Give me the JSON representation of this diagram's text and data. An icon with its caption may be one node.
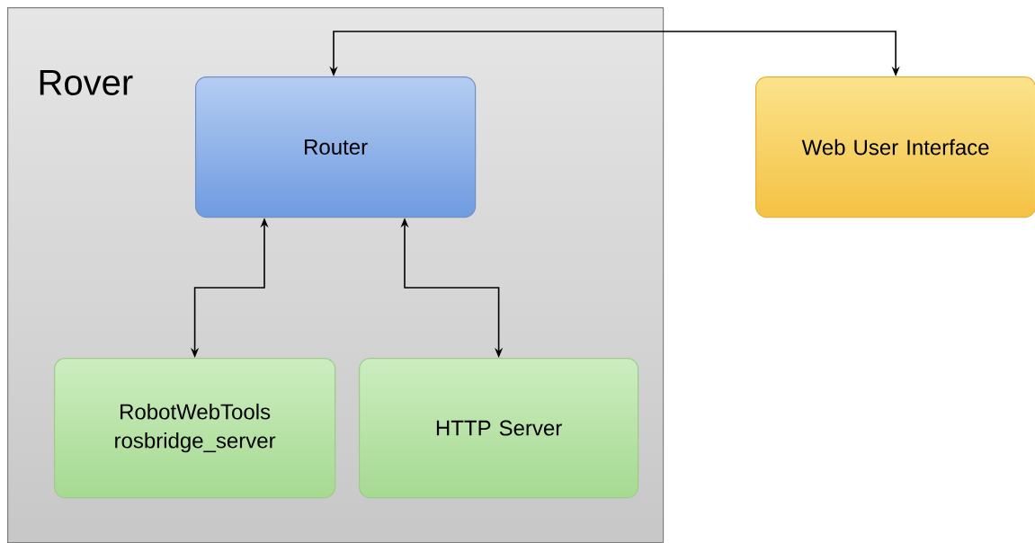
{
  "diagram": {
    "nodes": [
      {
        "text": [
          "Rover"
        ]
      },
      {
        "text": [
          "Router"
        ],
        "in": 0
      },
      {
        "text": [
          "Web User Interface"
        ]
      },
      {
        "text": [
          "RobotWebTools rosbridge_server"
        ],
        "in": 0
      },
      {
        "text": [
          "HTTP Server"
        ],
        "in": 0
      }
    ],
    "edges": [
      {
        "from": 1,
        "to": 2,
        "arrow": "both"
      },
      {
        "from": 1,
        "to": 3,
        "arrow": "both"
      },
      {
        "from": 1,
        "to": 4,
        "arrow": "both"
      }
    ]
  }
}
